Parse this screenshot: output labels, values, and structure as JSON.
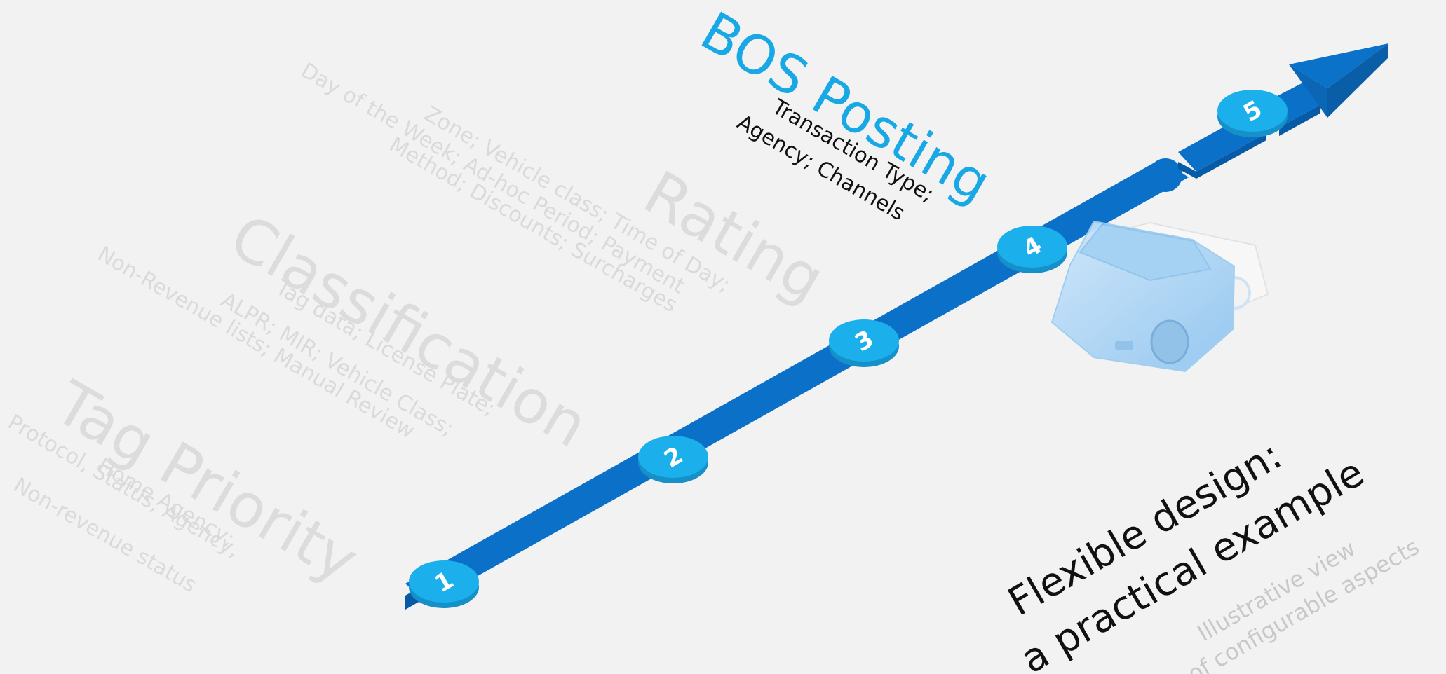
{
  "colors": {
    "background": "#f2f2f2",
    "track_top": "#0a70c8",
    "track_side": "#075aa6",
    "step_top": "#1bb0ec",
    "step_side": "#1590c8",
    "accent_text": "#19a8e6",
    "faded_text": "#dcdcdc",
    "vehicle_body": "#a8d4f6"
  },
  "steps": [
    "1",
    "2",
    "3",
    "4",
    "5"
  ],
  "stages": {
    "tag_priority": {
      "title": "Tag Priority",
      "lines": [
        "Protocol, Status, Agency,",
        "Home Agency;",
        "Non-revenue status"
      ]
    },
    "classification": {
      "title": "Classification",
      "lines": [
        "Tag data; License Plate;",
        "ALPR; MIR; Vehicle Class;",
        "Non-Revenue lists; Manual Review"
      ]
    },
    "rating": {
      "title": "Rating",
      "lines": [
        "Zone; Vehicle class; Time of Day;",
        "Day of the Week; Ad-hoc Period; Payment",
        "Method; Discounts; Surcharges"
      ]
    },
    "bos_posting": {
      "title": "BOS Posting",
      "lines": [
        "Transaction Type;",
        "Agency; Channels"
      ]
    }
  },
  "heading": {
    "title_line1": "Flexible design:",
    "title_line2": "a practical example",
    "subtitle_line1": "Illustrative view",
    "subtitle_line2": "of configurable aspects"
  },
  "icons": [
    "arrow-head-icon",
    "vehicle-icon"
  ]
}
